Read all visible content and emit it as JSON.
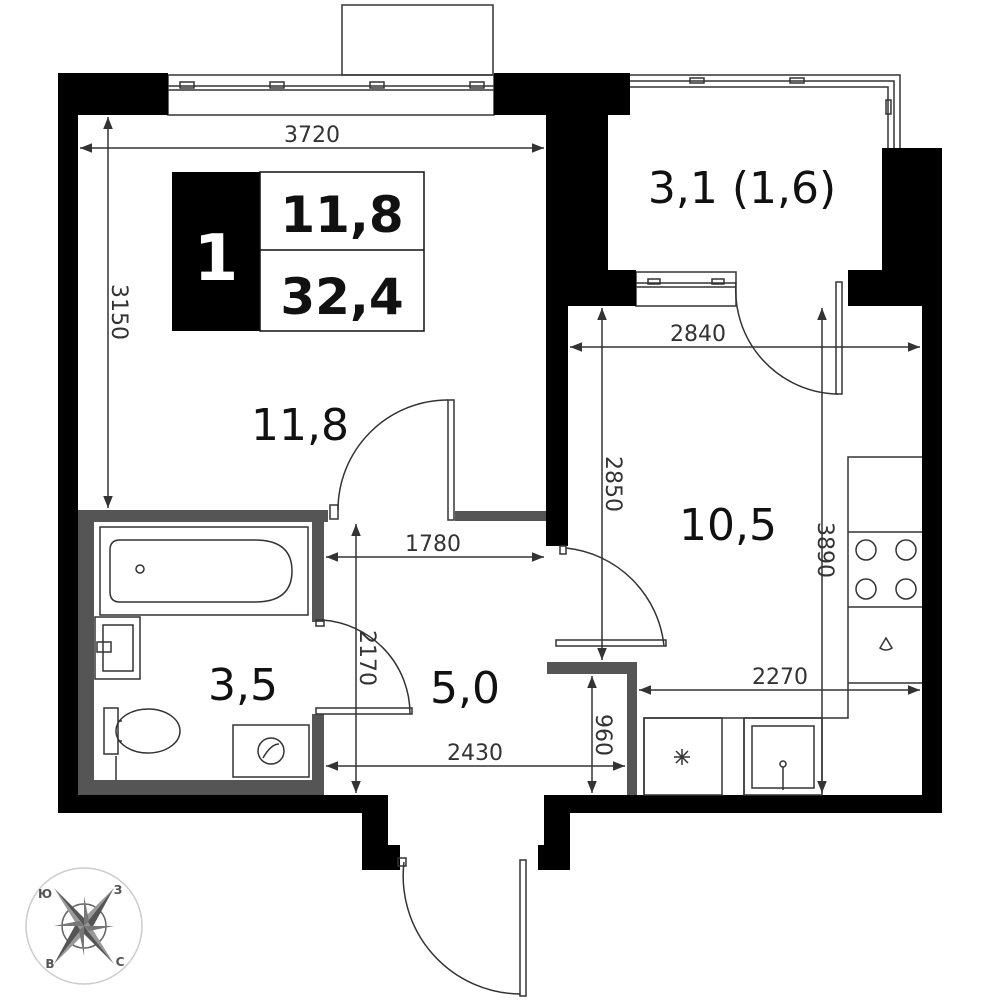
{
  "badge": {
    "rooms": "1",
    "living_area": "11,8",
    "total_area": "32,4"
  },
  "rooms": {
    "living_room": "11,8",
    "balcony": "3,1 (1,6)",
    "kitchen": "10,5",
    "bathroom": "3,5",
    "hallway": "5,0"
  },
  "dimensions": {
    "living_width": "3720",
    "living_depth": "3150",
    "kitchen_width": "2840",
    "kitchen_depth_upper": "2850",
    "kitchen_depth_full": "3890",
    "kitchen_counter": "2270",
    "hall_width_upper": "1780",
    "hall_depth": "2170",
    "hall_width_lower": "2430",
    "hall_niche": "960"
  },
  "compass": {
    "west": "Ю",
    "north": "З",
    "east": "С",
    "south": "В"
  },
  "colors": {
    "wall": "#000000",
    "bathroom_wall": "#555555",
    "dimension": "#333333"
  }
}
